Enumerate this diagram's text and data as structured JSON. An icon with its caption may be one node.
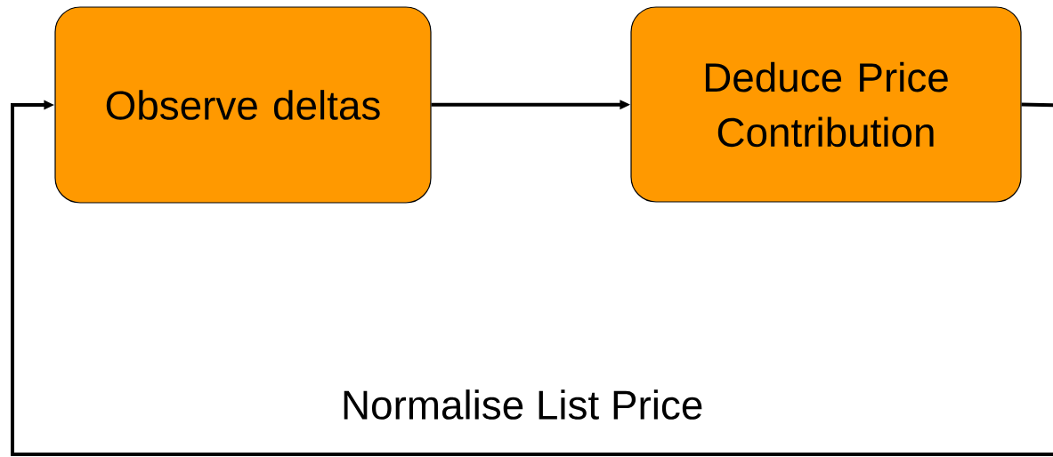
{
  "diagram": {
    "nodes": [
      {
        "text": [
          "Observe deltas"
        ]
      },
      {
        "text": [
          "Deduce Price Contribution"
        ]
      }
    ],
    "edges": [
      {
        "from": 0,
        "to": 1,
        "arrow": "to"
      },
      {
        "from": 1,
        "to": 0,
        "arrow": "to",
        "label": "Normalise List Price"
      }
    ]
  }
}
